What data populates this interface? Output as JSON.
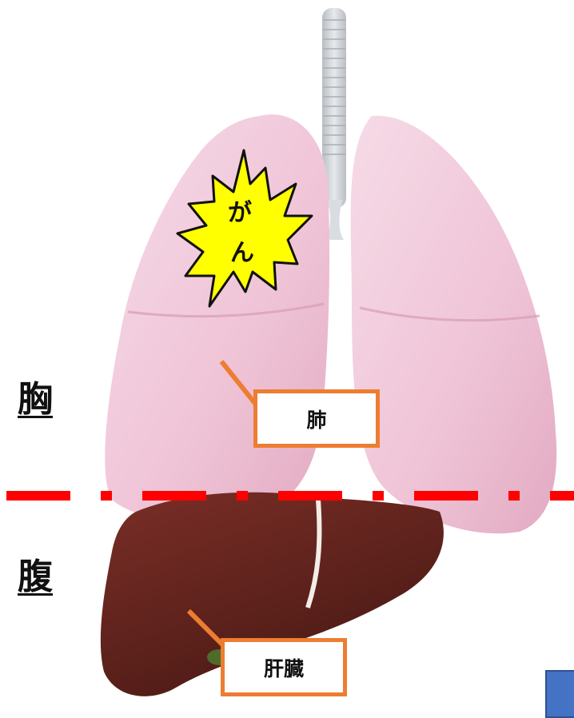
{
  "labels": {
    "chest": "胸",
    "abdomen": "腹",
    "lung": "肺",
    "liver": "肝臓",
    "tumor": "がん"
  },
  "colors": {
    "callout_border": "#ED7D31",
    "divider": "#FF0000",
    "lung": "#F2C9DB",
    "liver": "#6B2620",
    "tumor_fill": "#FFFF00",
    "accent_box": "#4472C4"
  },
  "icons": {
    "tumor": "starburst-icon"
  }
}
